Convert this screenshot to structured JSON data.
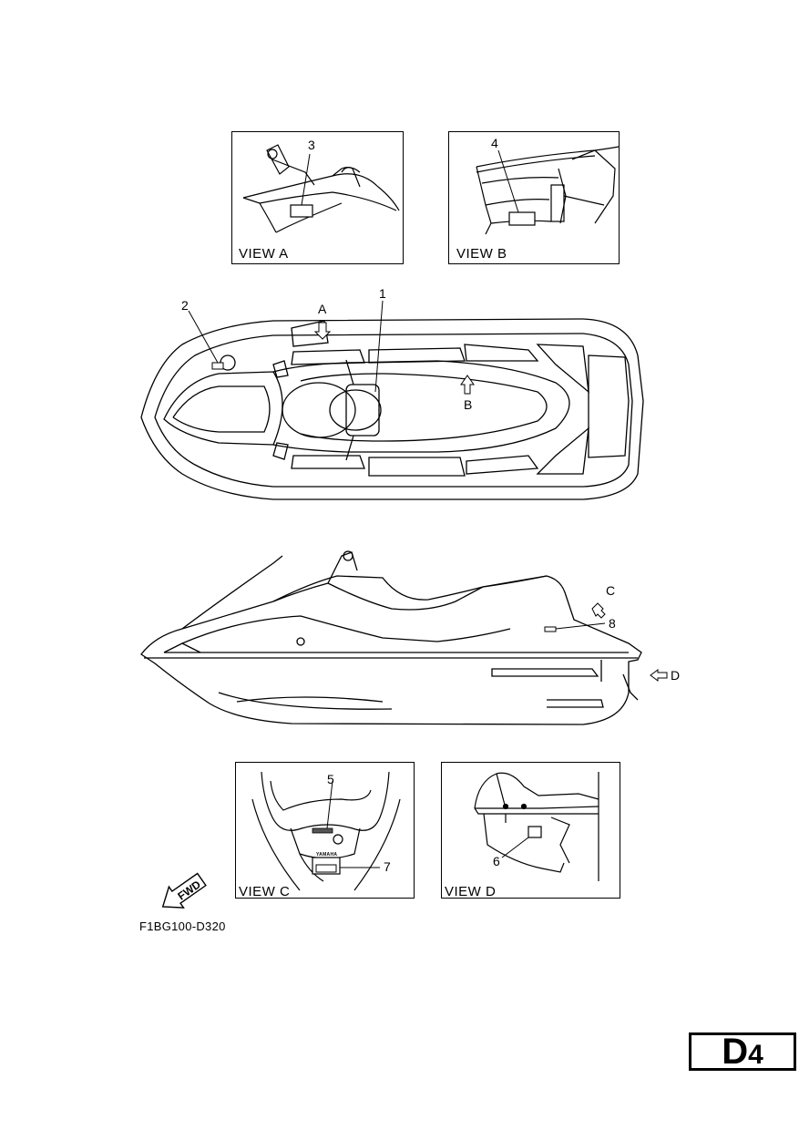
{
  "views": {
    "a": {
      "label": "VIEW A"
    },
    "b": {
      "label": "VIEW B"
    },
    "c": {
      "label": "VIEW C"
    },
    "d": {
      "label": "VIEW D"
    }
  },
  "callouts": {
    "c1": "1",
    "c2": "2",
    "c3": "3",
    "c4": "4",
    "c5": "5",
    "c6": "6",
    "c7": "7",
    "c8": "8"
  },
  "arrows": {
    "a": "A",
    "b": "B",
    "c": "C",
    "d": "D"
  },
  "fwd": "FWD",
  "logo_text": "YAMAHA",
  "figure_code": "F1BG100-D320",
  "page_badge": {
    "letter": "D",
    "number": "4"
  }
}
